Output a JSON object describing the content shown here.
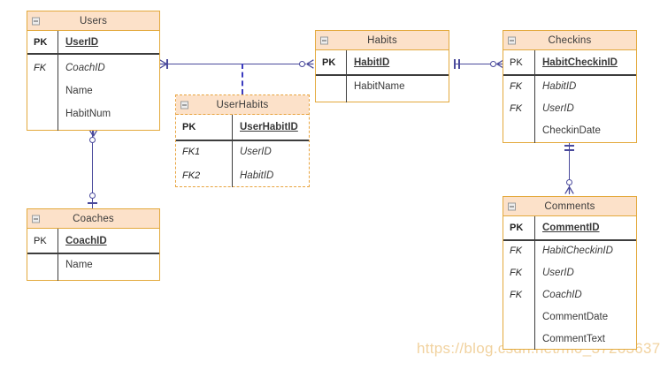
{
  "diagram": {
    "type": "entity-relationship-diagram",
    "watermark": "https://blog.csdn.net/m0_37263637",
    "colors": {
      "header_fill": "#FCE1C9",
      "border": "#E3A93C",
      "connector": "#4A4A9C",
      "dashed_connector": "#3B3BBF",
      "text": "#3A3A3A",
      "watermark": "#EFCB8F"
    },
    "collapse_icon": "minus-box-icon"
  },
  "entities": [
    {
      "id": "users",
      "title": "Users",
      "style": "solid",
      "rows": [
        {
          "key": "PK",
          "key_style": "pk",
          "attr": "UserID",
          "attr_style": "pk"
        },
        {
          "key": "FK",
          "key_style": "fk",
          "attr": "CoachID",
          "attr_style": "fk"
        },
        {
          "key": "",
          "key_style": "fk",
          "attr": "Name",
          "attr_style": "plain"
        },
        {
          "key": "",
          "key_style": "fk",
          "attr": "HabitNum",
          "attr_style": "plain"
        }
      ]
    },
    {
      "id": "userhabits",
      "title": "UserHabits",
      "style": "dashed",
      "rows": [
        {
          "key": "PK",
          "key_style": "pk",
          "attr": "UserHabitID",
          "attr_style": "pk"
        },
        {
          "key": "FK1",
          "key_style": "fk",
          "attr": "UserID",
          "attr_style": "fk"
        },
        {
          "key": "FK2",
          "key_style": "fk",
          "attr": "HabitID",
          "attr_style": "fk"
        }
      ]
    },
    {
      "id": "habits",
      "title": "Habits",
      "style": "solid",
      "rows": [
        {
          "key": "PK",
          "key_style": "pk",
          "attr": "HabitID",
          "attr_style": "pk"
        },
        {
          "key": "",
          "key_style": "fk",
          "attr": "HabitName",
          "attr_style": "plain"
        }
      ]
    },
    {
      "id": "checkins",
      "title": "Checkins",
      "style": "solid",
      "rows": [
        {
          "key": "PK",
          "key_style": "pk-light",
          "attr": "HabitCheckinID",
          "attr_style": "pk"
        },
        {
          "key": "FK",
          "key_style": "fk",
          "attr": "HabitID",
          "attr_style": "fk"
        },
        {
          "key": "FK",
          "key_style": "fk",
          "attr": "UserID",
          "attr_style": "fk"
        },
        {
          "key": "",
          "key_style": "fk",
          "attr": "CheckinDate",
          "attr_style": "plain"
        }
      ]
    },
    {
      "id": "coaches",
      "title": "Coaches",
      "style": "solid",
      "rows": [
        {
          "key": "PK",
          "key_style": "pk-light",
          "attr": "CoachID",
          "attr_style": "pk"
        },
        {
          "key": "",
          "key_style": "fk",
          "attr": "Name",
          "attr_style": "plain"
        }
      ]
    },
    {
      "id": "comments",
      "title": "Comments",
      "style": "solid",
      "rows": [
        {
          "key": "PK",
          "key_style": "pk",
          "attr": "CommentID",
          "attr_style": "pk"
        },
        {
          "key": "FK",
          "key_style": "fk",
          "attr": "HabitCheckinID",
          "attr_style": "fk"
        },
        {
          "key": "FK",
          "key_style": "fk",
          "attr": "UserID",
          "attr_style": "fk"
        },
        {
          "key": "FK",
          "key_style": "fk",
          "attr": "CoachID",
          "attr_style": "fk"
        },
        {
          "key": "",
          "key_style": "fk",
          "attr": "CommentDate",
          "attr_style": "plain"
        },
        {
          "key": "",
          "key_style": "fk",
          "attr": "CommentText",
          "attr_style": "plain"
        }
      ]
    }
  ],
  "relationships": [
    {
      "id": "users-habits",
      "from": "Users",
      "to": "Habits",
      "from_cardinality": "many",
      "to_cardinality": "zero-or-many",
      "style": "solid"
    },
    {
      "id": "userhabits-link",
      "from": "UserHabits",
      "to": "users-habits",
      "style": "dashed"
    },
    {
      "id": "habits-checkins",
      "from": "Habits",
      "to": "Checkins",
      "from_cardinality": "one",
      "to_cardinality": "zero-or-many",
      "style": "solid"
    },
    {
      "id": "checkins-comments",
      "from": "Checkins",
      "to": "Comments",
      "from_cardinality": "one",
      "to_cardinality": "zero-or-many",
      "style": "solid"
    },
    {
      "id": "users-coaches",
      "from": "Users",
      "to": "Coaches",
      "from_cardinality": "zero-or-many",
      "to_cardinality": "one",
      "style": "solid"
    }
  ]
}
